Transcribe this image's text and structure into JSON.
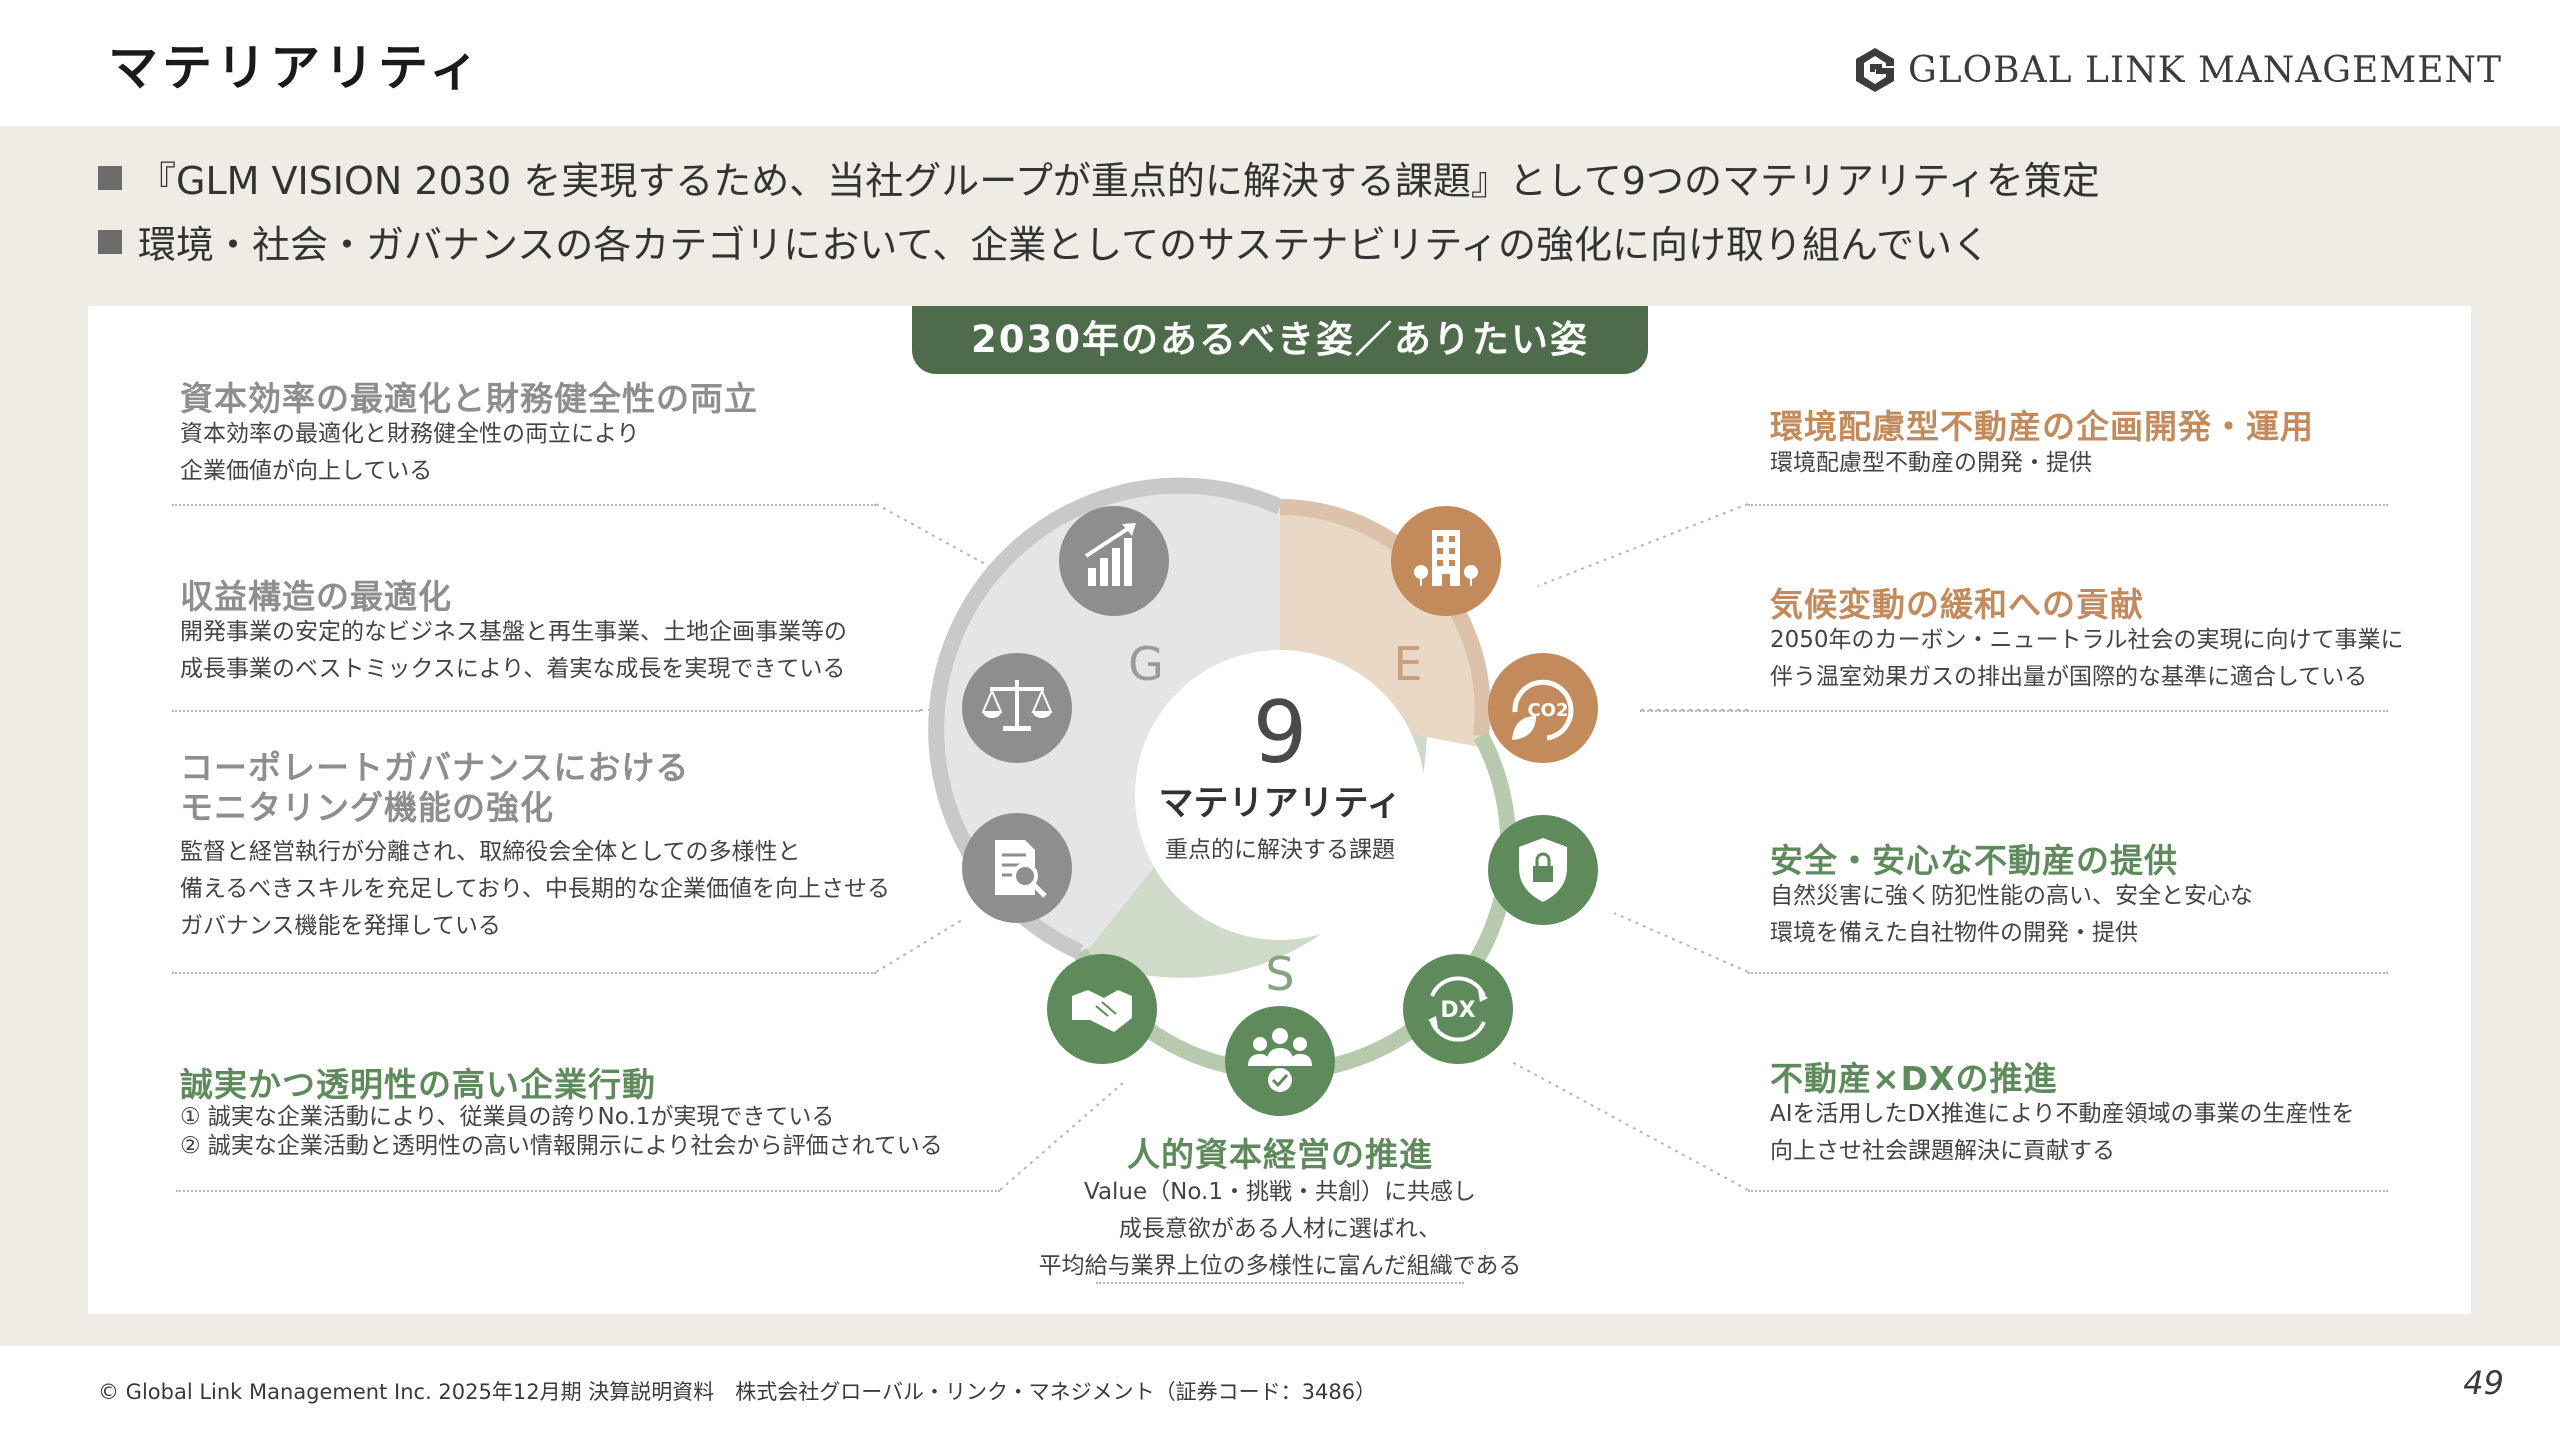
{
  "header": {
    "title": "マテリアリティ",
    "brand": "GLOBAL LINK MANAGEMENT"
  },
  "bullets": [
    "『GLM VISION 2030 を実現するため、当社グループが重点的に解決する課題』として9つのマテリアリティを策定",
    "環境・社会・ガバナンスの各カテゴリにおいて、企業としてのサステナビリティの強化に向け取り組んでいく"
  ],
  "vision_tab": "2030年のあるべき姿／ありたい姿",
  "center": {
    "number": "9",
    "label": "マテリアリティ",
    "sub": "重点的に解決する課題"
  },
  "segments": {
    "g": "G",
    "e": "E",
    "s": "S"
  },
  "colors": {
    "governance": "#8e8e8e",
    "environment": "#c38a5c",
    "social": "#5f8a5c",
    "tab": "#4e6b4b",
    "band": "#efebe5"
  },
  "materialities": {
    "g1": {
      "title": "資本効率の最適化と財務健全性の両立",
      "desc": [
        "資本効率の最適化と財務健全性の両立により",
        "企業価値が向上している"
      ]
    },
    "g2": {
      "title": "収益構造の最適化",
      "desc": [
        "開発事業の安定的なビジネス基盤と再生事業、土地企画事業等の",
        "成長事業のベストミックスにより、着実な成長を実現できている"
      ]
    },
    "g3": {
      "title": [
        "コーポレートガバナンスにおける",
        "モニタリング機能の強化"
      ],
      "desc": [
        "監督と経営執行が分離され、取締役会全体としての多様性と",
        "備えるべきスキルを充足しており、中長期的な企業価値を向上させる",
        "ガバナンス機能を発揮している"
      ]
    },
    "s1": {
      "title": "誠実かつ透明性の高い企業行動",
      "desc": [
        "① 誠実な企業活動により、従業員の誇りNo.1が実現できている",
        "② 誠実な企業活動と透明性の高い情報開示により社会から評価されている"
      ]
    },
    "s2": {
      "title": "人的資本経営の推進",
      "desc": [
        "Value（No.1・挑戦・共創）に共感し",
        "成長意欲がある人材に選ばれ、",
        "平均給与業界上位の多様性に富んだ組織である"
      ]
    },
    "e1": {
      "title": "環境配慮型不動産の企画開発・運用",
      "desc": [
        "環境配慮型不動産の開発・提供"
      ]
    },
    "e2": {
      "title": "気候変動の緩和への貢献",
      "desc": [
        "2050年のカーボン・ニュートラル社会の実現に向けて事業に",
        "伴う温室効果ガスの排出量が国際的な基準に適合している"
      ]
    },
    "s3": {
      "title": "安全・安心な不動産の提供",
      "desc": [
        "自然災害に強く防犯性能の高い、安全と安心な",
        "環境を備えた自社物件の開発・提供"
      ]
    },
    "s4": {
      "title": "不動産×DXの推進",
      "desc": [
        "AIを活用したDX推進により不動産領域の事業の生産性を",
        "向上させ社会課題解決に貢献する"
      ]
    }
  },
  "icons": {
    "growth": "bar-chart-icon",
    "building": "building-icon",
    "co2": "co2-leaf-icon",
    "scale": "scale-icon",
    "document": "document-search-icon",
    "shield": "shield-lock-icon",
    "handshake": "handshake-icon",
    "people": "people-check-icon",
    "dx": "dx-cycle-icon",
    "co2_text": "CO2",
    "dx_text": "DX"
  },
  "footer": {
    "copyright": "© Global Link Management Inc. 2025年12月期 決算説明資料　株式会社グローバル・リンク・マネジメント（証券コード：3486）",
    "page": "49"
  }
}
